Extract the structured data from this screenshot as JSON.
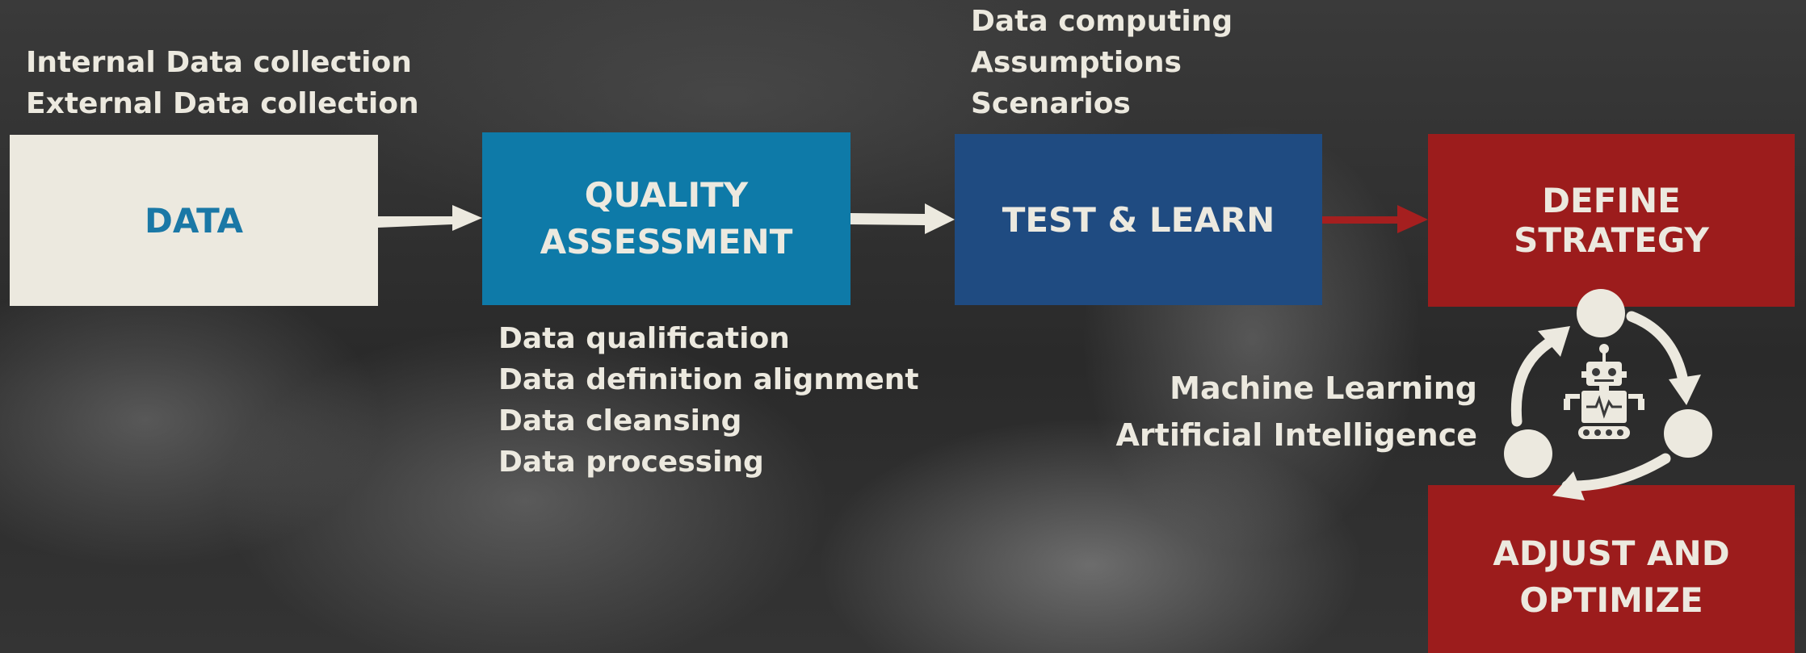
{
  "boxes": {
    "data": "DATA",
    "quality_assessment": "QUALITY ASSESSMENT",
    "test_learn": "TEST & LEARN",
    "define_strategy": "DEFINE STRATEGY",
    "adjust_optimize": "ADJUST AND OPTIMIZE"
  },
  "notes": {
    "data": [
      "Internal Data collection",
      "External Data collection"
    ],
    "quality_assessment": [
      "Data qualification",
      "Data definition alignment",
      "Data cleansing",
      "Data processing"
    ],
    "test_learn": [
      "Data computing",
      "Assumptions",
      "Scenarios"
    ],
    "ml_ai": [
      "Machine Learning",
      "Artificial Intelligence"
    ]
  },
  "icons": {
    "cycle": "robot-cycle-icon"
  },
  "colors": {
    "cream": "#ece9df",
    "data_text": "#1a78a6",
    "quality_box": "#0e7aa8",
    "test_box": "#1f4b81",
    "strategy_box": "#9c1c1c",
    "red_arrow": "#a51f1f"
  }
}
